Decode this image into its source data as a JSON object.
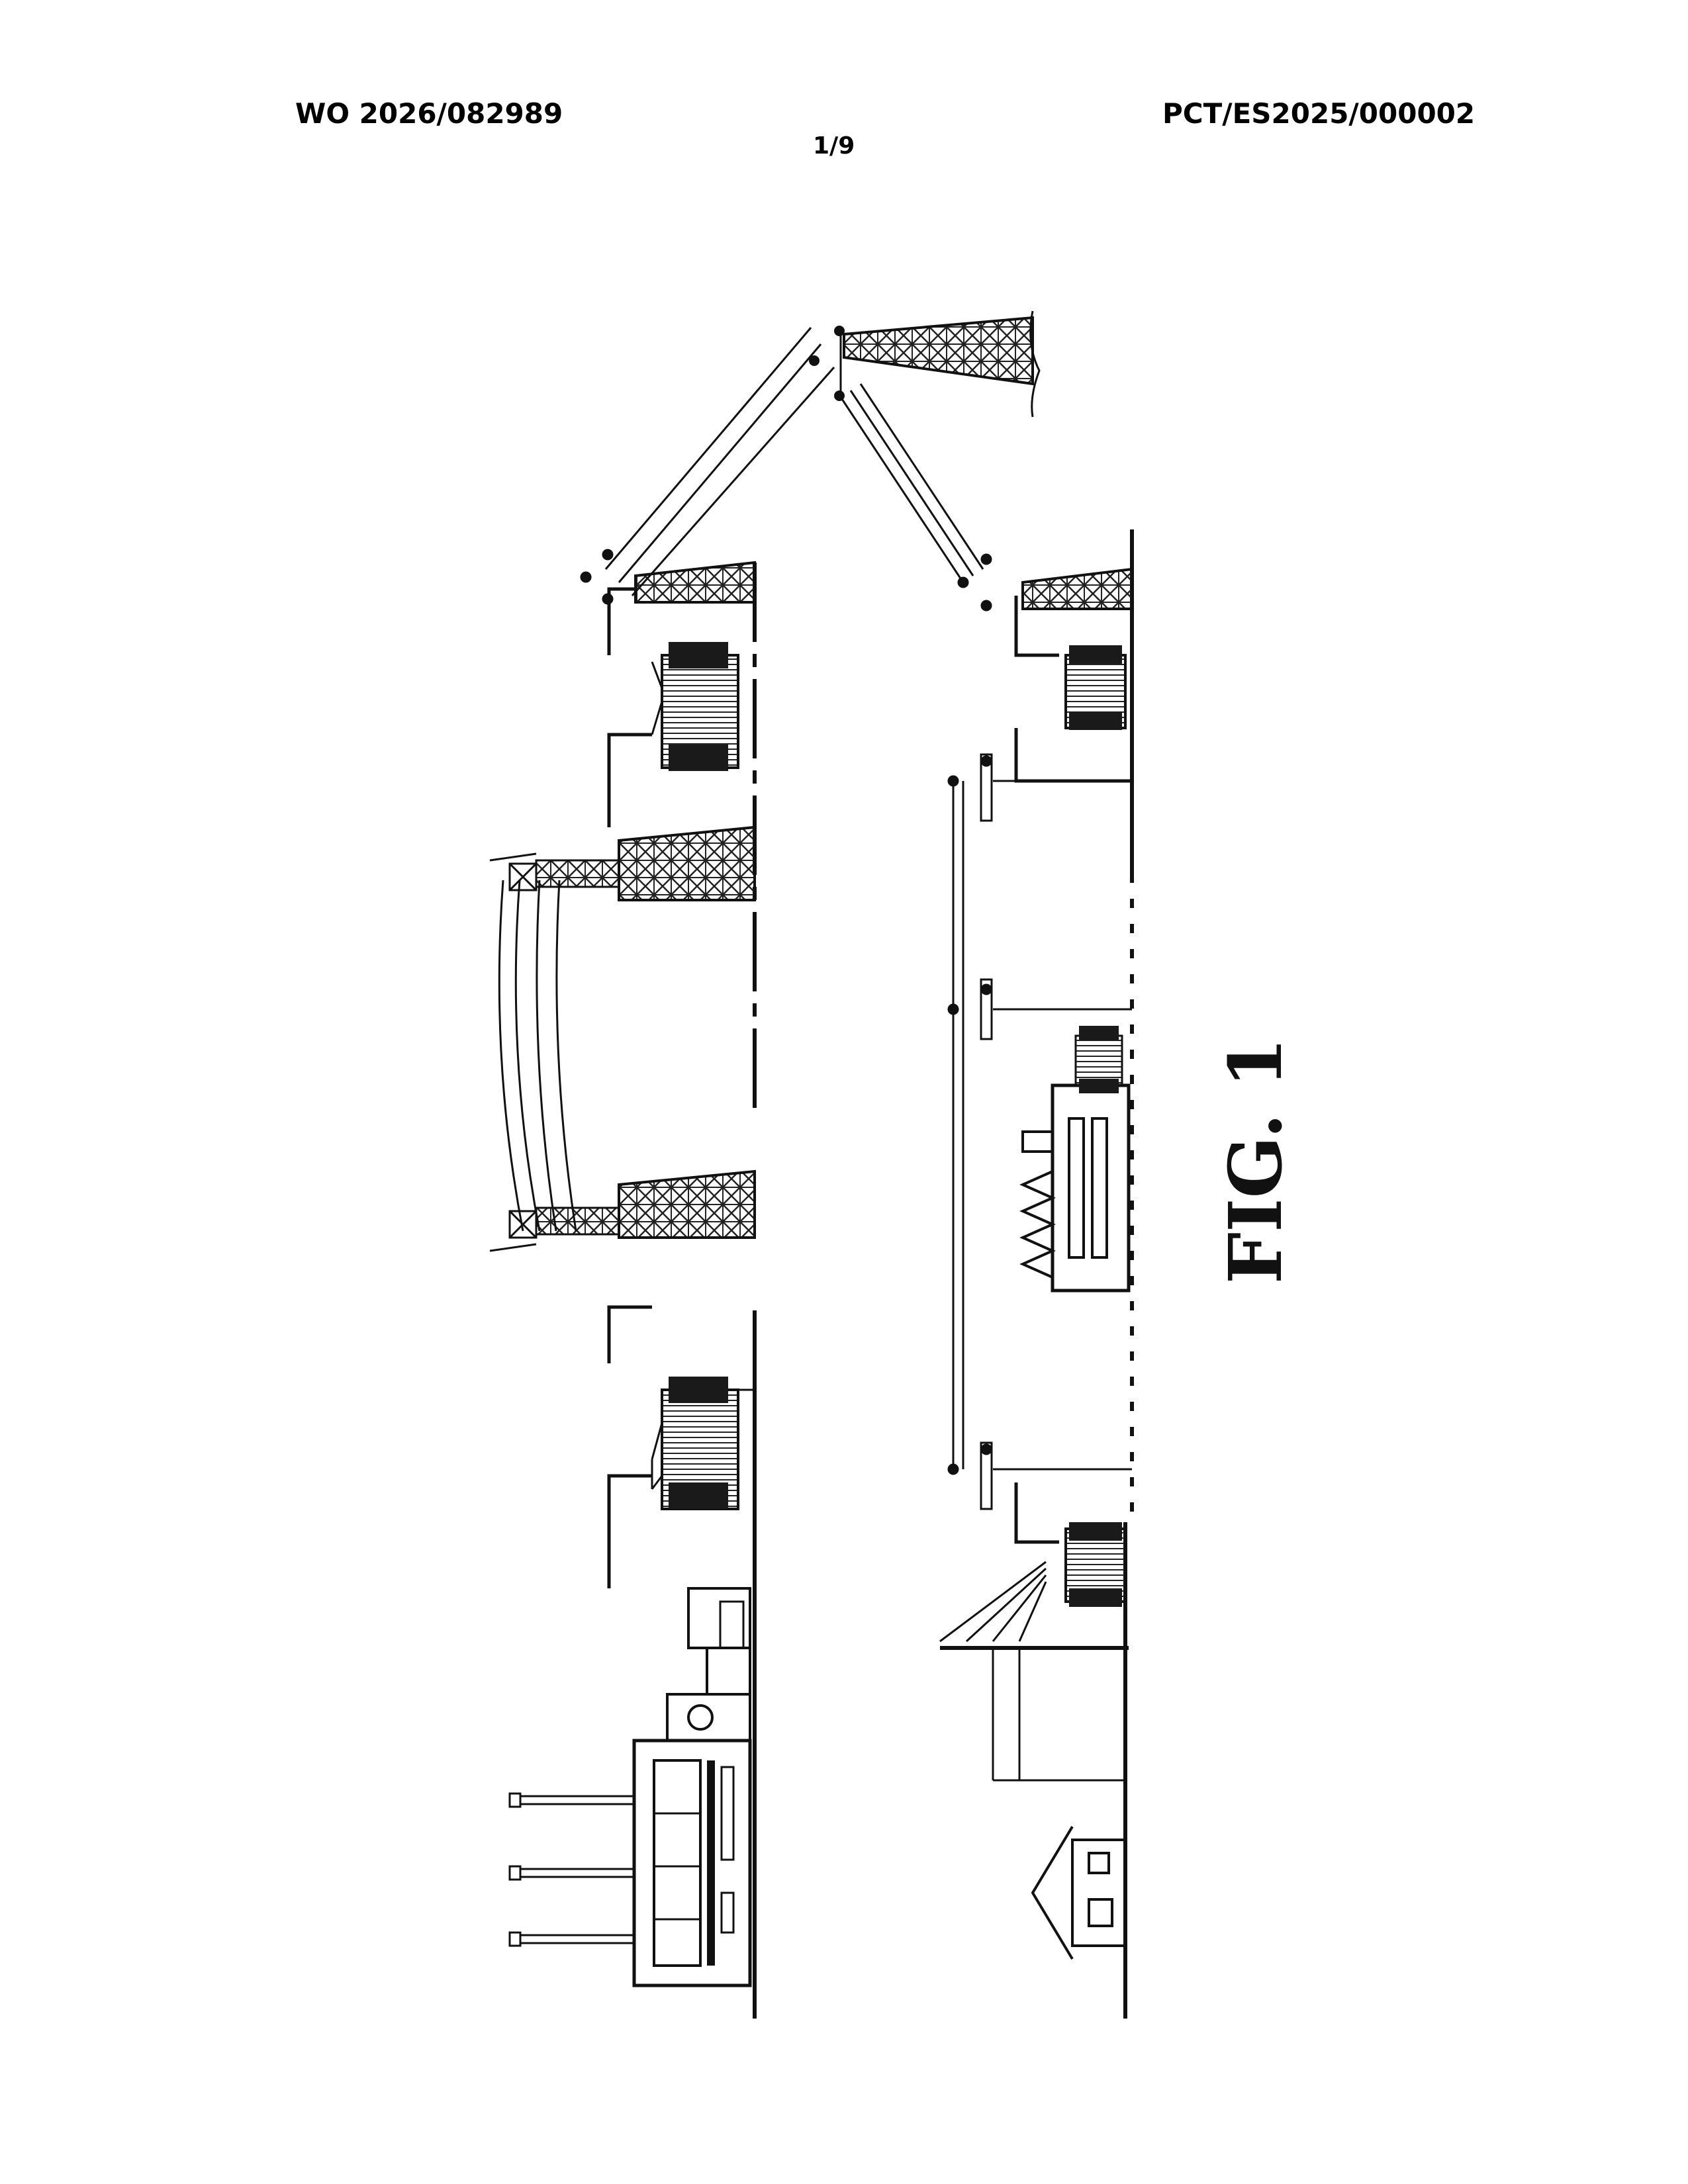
{
  "header": {
    "publication_number": "WO 2026/082989",
    "application_number": "PCT/ES2025/000002",
    "sheet_number": "1/9"
  },
  "figure": {
    "label": "FIG. 1"
  }
}
